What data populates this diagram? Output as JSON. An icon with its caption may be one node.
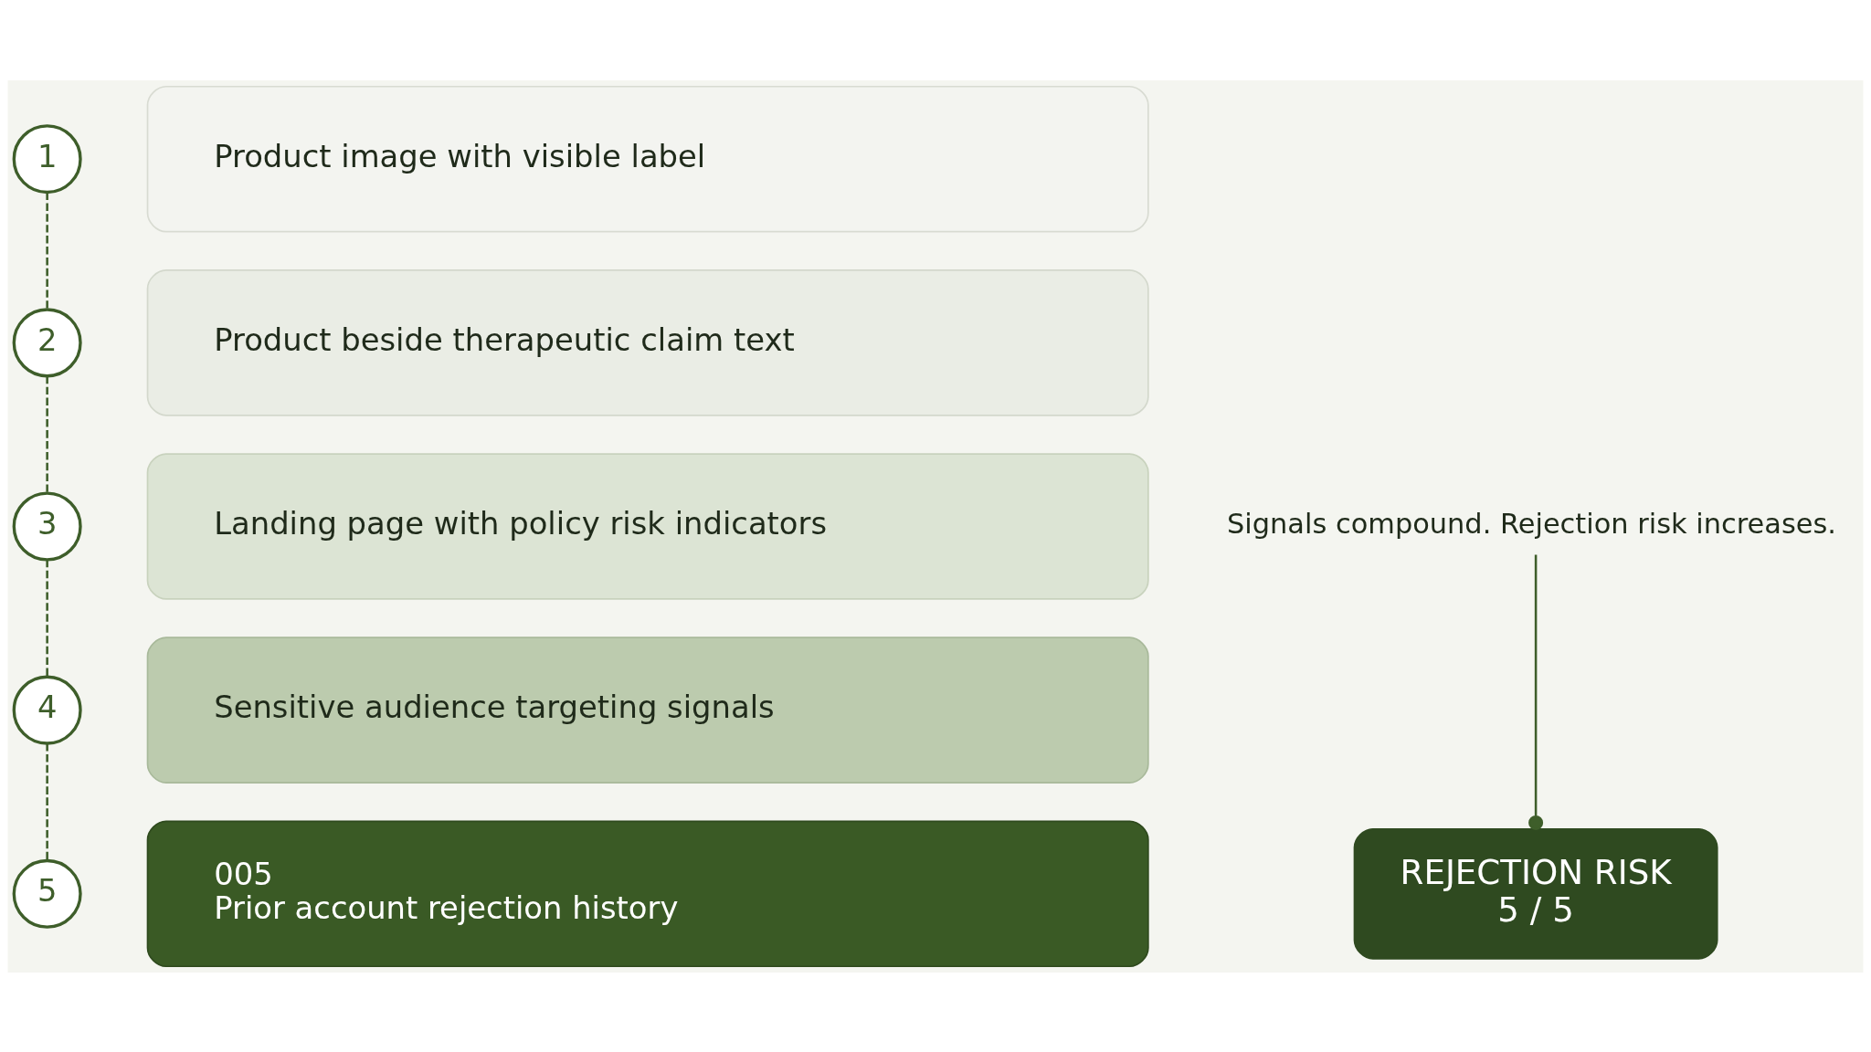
{
  "diagram": {
    "nodes": [
      {
        "text": [
          "1"
        ]
      },
      {
        "text": [
          "2"
        ]
      },
      {
        "text": [
          "3"
        ]
      },
      {
        "text": [
          "4"
        ]
      },
      {
        "text": [
          "5"
        ]
      },
      {
        "text": [
          "Product image with visible label"
        ]
      },
      {
        "text": [
          "Product beside therapeutic claim text"
        ]
      },
      {
        "text": [
          "Landing page with policy risk indicators"
        ]
      },
      {
        "text": [
          "Sensitive audience targeting signals"
        ]
      },
      {
        "text": [
          "005",
          "Prior account rejection history"
        ]
      },
      {
        "text": [
          "Signals compound. Rejection risk increases."
        ]
      },
      {
        "text": [
          "REJECTION RISK",
          "5 / 5"
        ]
      }
    ],
    "edges": [
      {
        "from": 0,
        "to": 1,
        "arrow": "none",
        "style": "dashed"
      },
      {
        "from": 1,
        "to": 2,
        "arrow": "none",
        "style": "dashed"
      },
      {
        "from": 2,
        "to": 3,
        "arrow": "none",
        "style": "dashed"
      },
      {
        "from": 3,
        "to": 4,
        "arrow": "none",
        "style": "dashed"
      },
      {
        "from": 10,
        "to": 11,
        "arrow": "other"
      }
    ]
  }
}
